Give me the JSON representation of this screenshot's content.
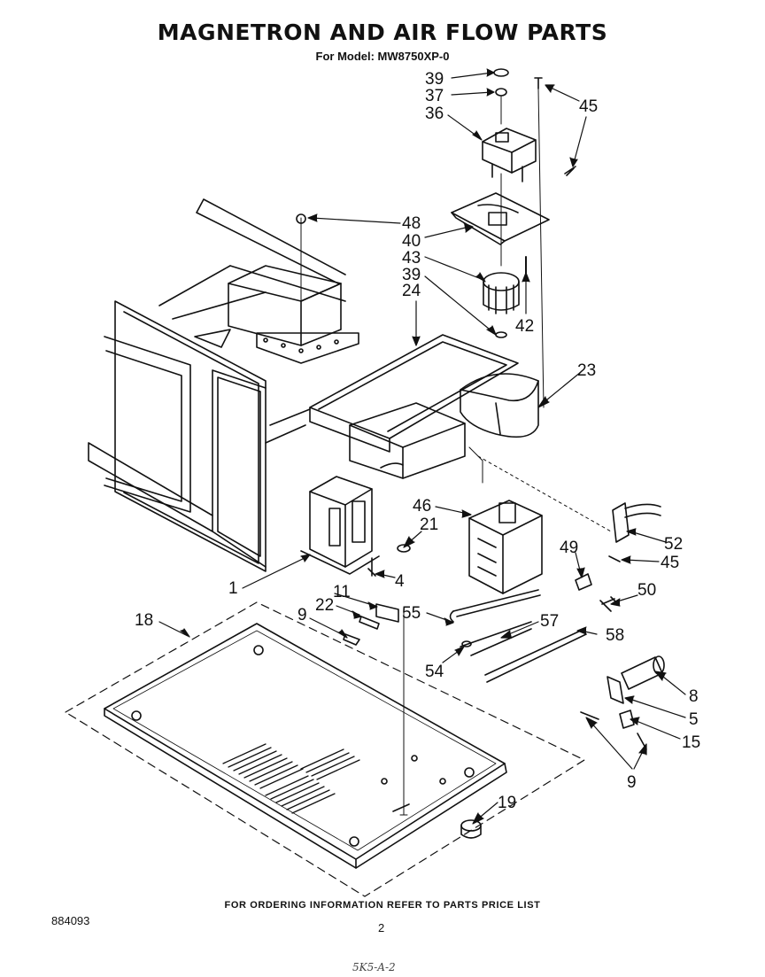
{
  "title": "MAGNETRON AND AIR FLOW PARTS",
  "subtitle": "For Model: MW8750XP-0",
  "footer_note": "FOR ORDERING INFORMATION REFER TO PARTS PRICE LIST",
  "doc_number": "884093",
  "page_number": "2",
  "handwriting": "5K5-A-2",
  "callouts": [
    {
      "id": "c39a",
      "label": "39"
    },
    {
      "id": "c37",
      "label": "37"
    },
    {
      "id": "c36",
      "label": "36"
    },
    {
      "id": "c45a",
      "label": "45"
    },
    {
      "id": "c48",
      "label": "48"
    },
    {
      "id": "c40",
      "label": "40"
    },
    {
      "id": "c43",
      "label": "43"
    },
    {
      "id": "c39b",
      "label": "39"
    },
    {
      "id": "c24",
      "label": "24"
    },
    {
      "id": "c42",
      "label": "42"
    },
    {
      "id": "c23",
      "label": "23"
    },
    {
      "id": "c46",
      "label": "46"
    },
    {
      "id": "c21",
      "label": "21"
    },
    {
      "id": "c52",
      "label": "52"
    },
    {
      "id": "c45b",
      "label": "45"
    },
    {
      "id": "c1",
      "label": "1"
    },
    {
      "id": "c4",
      "label": "4"
    },
    {
      "id": "c49",
      "label": "49"
    },
    {
      "id": "c11",
      "label": "11"
    },
    {
      "id": "c50",
      "label": "50"
    },
    {
      "id": "c22",
      "label": "22"
    },
    {
      "id": "c18",
      "label": "18"
    },
    {
      "id": "c9a",
      "label": "9"
    },
    {
      "id": "c55",
      "label": "55"
    },
    {
      "id": "c57",
      "label": "57"
    },
    {
      "id": "c58",
      "label": "58"
    },
    {
      "id": "c54",
      "label": "54"
    },
    {
      "id": "c8",
      "label": "8"
    },
    {
      "id": "c5",
      "label": "5"
    },
    {
      "id": "c15",
      "label": "15"
    },
    {
      "id": "c9b",
      "label": "9"
    },
    {
      "id": "c19",
      "label": "19"
    }
  ]
}
